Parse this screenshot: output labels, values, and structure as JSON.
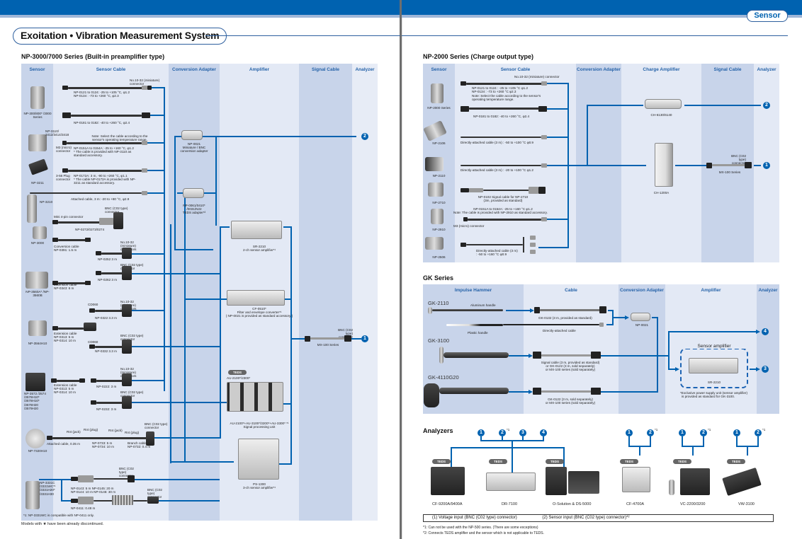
{
  "header": {
    "title": "Exoitation • Vibration Measurement System",
    "section_tab": "Sensor"
  },
  "np3000": {
    "title": "NP-3000/7000 Series (Built-in preamplifier type)",
    "columns": [
      "Sensor",
      "Sensor Cable",
      "Conversion Adapter",
      "Amplifier",
      "Signal Cable",
      "Analyzer"
    ],
    "sensors": [
      {
        "name": "NP-300/800* /3000 Series"
      },
      {
        "name": "NP-3110/ 3412/3414/3418"
      },
      {
        "name": "NP-3211"
      },
      {
        "name": "NP-3210"
      },
      {
        "name": "NP-3000"
      },
      {
        "name": "NP-3560A* /NP-3560B"
      },
      {
        "name": "NP-3564H10"
      },
      {
        "name": "NP-3572 /3574 /3578H10* /3578H10* /3578H20 /3579H20"
      },
      {
        "name": "NP-7320H10"
      },
      {
        "name": "NP-3331C /3331WC*¹ /3331H20* /3331H30"
      }
    ],
    "cables": [
      {
        "top": "No.10-32 (miniature) connector",
        "line1": "NP-0121 to 0124: -25 to +105 °C, φ1.2",
        "line2": "NP-0134            : -73 to +260 °C, φ2.3"
      },
      {
        "line1": "NP-0181 to 0182: -40 to +260 °C, φ2.4"
      },
      {
        "note": "Note: Select the cable according to the sensor's operating temperature range.",
        "left": "M3 (micro) connector",
        "line1": "NP-0151A to 0154A: -25 to +160 °C, φ1.2",
        "line2": "* The cable is provided with NP-3110 as standard accessory."
      },
      {
        "left": "3-56 Plug connector",
        "line1": "NP-0172A: 3 m, -90 to +260 °C, φ1.1",
        "line2": "* The cable NP-0172A is provided with NP-3211 as standard accessory."
      },
      {
        "line1": "Attached cable, 3 m: -20 to +80 °C, φ2.9"
      },
      {
        "left": "Mini 4-pin connector",
        "top": "BNC (C02 type) connector",
        "line1": "NP-0272/0273/0274"
      },
      {
        "line1": "Conversion cable",
        "line2": "NP-0391: 1.5 m"
      },
      {
        "top": "No.10-32 (miniature) connectors",
        "line1": "NP-0252 3 m"
      },
      {
        "line1": "Extension cable",
        "line2": "NP-0343: 6 m"
      },
      {
        "top": "BNC (C02 type) connector",
        "line1": "NP-0262 3 m"
      },
      {
        "left": "CD060",
        "top": "No.10-32 (miniature) connectors",
        "line1": "NP-0322 3.3 m"
      },
      {
        "line1": "Extension cable",
        "line2": "NP-0313:  5 m",
        "line3": "NP-0314: 10 m"
      },
      {
        "left": "CD060",
        "top": "BNC (C02 type) connector",
        "line1": "NP-0332 3.3 m"
      },
      {
        "top": "No.10-32 (miniature) connectors",
        "line1": "NP-0222: 3 m"
      },
      {
        "line1": "Extension cable",
        "line2": "NP-0313:  5 m",
        "line3": "NP-0314: 10 m"
      },
      {
        "top": "BNC (C02 type) connector",
        "line1": "NP-0232: 3 m"
      },
      {
        "a": "Attached cable, 0.35 m",
        "b": "RI4 (jack)",
        "c": "RI4 (plug)",
        "d": "RI4 (jack)",
        "e": "RI4 (plug)",
        "f": "NP-0733:  5 m",
        "g": "NP-0734: 10 m",
        "h": "Branch cable",
        "i": "NP-0732: 0.4 m",
        "top": "BNC (C02 type) connector"
      },
      {
        "top": "BNC (C02 type) connector",
        "line1": "NP-0143:  5 m   NP-0145: 20 m",
        "line2": "NP-0144: 10 m   NP-0146: 30 m"
      },
      {
        "top": "BNC (C02 type) connector",
        "line1": "NP-0411: 0.48 m"
      }
    ],
    "adapters": [
      {
        "name": "NP-0021",
        "desc": "Miniature / BNC",
        "desc2": "conversion adapter"
      },
      {
        "name": "NP-0061/0410*",
        "desc": "/0031/N22",
        "desc2": "TEDS adapter*²"
      }
    ],
    "amplifiers": [
      {
        "name": "SR-2210",
        "desc": "2-ch sensor amplifier*¹"
      },
      {
        "name": "CF-0510*",
        "desc": "Filter and envelope converter*¹",
        "desc2": "( NP-0021 is provided as standard accessory )"
      },
      {
        "teds": "TEDS",
        "top": "AU-2100*/2300*",
        "name": "AU-2100*+AU-3100*/3200*+AU-3300* *¹",
        "desc": "Signal processing unit"
      },
      {
        "name": "PS-1300",
        "desc": "3-ch sensor amplifier*¹"
      }
    ],
    "signal_cable": {
      "top": "BNC (C02 type) connector",
      "name": "MX-100 Series"
    },
    "footnote": "*1: NP-3331WC is compatible with NP-0411 only.",
    "discontinued": "Models with ★ have been already discontinued."
  },
  "np2000": {
    "title": "NP-2000 Series (Charge output type)",
    "columns": [
      "Sensor",
      "Sensor Cable",
      "Conversion Adapter",
      "Charge Amplifier",
      "Signal Cable",
      "Analyzer"
    ],
    "sensors": [
      "NP-2000 Series",
      "NP-2106",
      "NP-2110",
      "NP-2710",
      "NP-2910",
      "NP-2506"
    ],
    "cables": [
      {
        "top": "No.10-32 (miniature) connector",
        "line1": "NP-0121 to 0124 : -25 to +105 °C φ1.2",
        "line2": "NP-0134              : -73 to +260 °C φ2.3",
        "note": "Note: Select the cable according to the sensor's operating temperature range."
      },
      {
        "line1": "NP-0181 to 0182: -40 to +260 °C, φ2.4"
      },
      {
        "line1": "Directly-attached cable (3 m) : -50 to +100 °C φ0.9"
      },
      {
        "line1": "Directly-attached cable (3 m) : -20 to +100 °C φ1.2"
      },
      {
        "line1": "NP-0102 Signal cable for NP-2710",
        "line2": "(3m, provided as standard)"
      },
      {
        "line1": "NP-0151A to 0154A: -25 to +160 °C φ1.2",
        "line2": "Note: The cable is provided with NP-2910 as standard accessory.",
        "left": "M3 (micro) connector"
      },
      {
        "line1": "Directly-attached cable (3 m)",
        "line2": ": -50 to +160 °C φ0.9"
      }
    ],
    "amplifiers": [
      {
        "name": "CH-6130/6140"
      },
      {
        "name": "CH-1200A"
      }
    ],
    "signal_cable": {
      "top": "BNC (C02 type) connector",
      "name": "MX-100 Series"
    }
  },
  "gk": {
    "title": "GK Series",
    "columns": [
      "Impulse Hammer",
      "Cable",
      "Conversion Adapter",
      "Amplifier",
      "Analyzer"
    ],
    "hammers": [
      {
        "model": "GK-2110",
        "top": "Aluminum handle",
        "bottom": "Plastic handle"
      },
      {
        "model": "GK-3100"
      },
      {
        "model": "GK-4110G20"
      }
    ],
    "cables": [
      {
        "line1": "GK-0132 (3 m, provided as standard)"
      },
      {
        "line1": "Directly-attached cable"
      },
      {
        "line1": "Signal cable (3 m, provided as standard)",
        "line2": "or GK-0122 (3 m, sold separately)",
        "line3": "or MX-100 series (sold separately)"
      },
      {
        "line1": "GK-0122 (3 m, sold separately)",
        "line2": "or MX-100 series (sold separately)"
      }
    ],
    "adapter": "NP-0021",
    "sensor_amp_title": "Sensor amplifier",
    "sensor_amp_name": "SR-2210",
    "sensor_amp_note": "*Exclusive power supply unit (sensor amplifier)",
    "sensor_amp_note2": "is provided as standard for GK-3100."
  },
  "analyzers": {
    "title": "Analyzers",
    "teds": "TEDS",
    "groups": [
      {
        "inputs": [
          "1",
          "2*1",
          "3",
          "4"
        ],
        "devices": [
          "CF-9200A/9400A",
          "DR-7100",
          "O-Solution & DS-5000"
        ]
      },
      {
        "inputs": [
          "1",
          "2*1"
        ],
        "devices": [
          "CF-4700A"
        ]
      },
      {
        "inputs": [
          "1",
          "2*1"
        ],
        "devices": [
          "VC-2200/3200"
        ]
      },
      {
        "inputs": [
          "1",
          "2*1"
        ],
        "devices": [
          "VW-3100"
        ]
      }
    ],
    "legend_1": "(1) Voltage input (BNC (C02 type) connector)",
    "legend_2": "(2) Sensor input (BNC (C02 type) connector)*²",
    "note1": "*1:  Can not be used with the NP-500 series. (There are some exceptions)",
    "note2": "*2:  Connects TEDS amplifier and the sensor which is not applicable to TEDS."
  },
  "markers": {
    "m1": "1",
    "m2": "2",
    "m3": "3",
    "m4": "4"
  }
}
